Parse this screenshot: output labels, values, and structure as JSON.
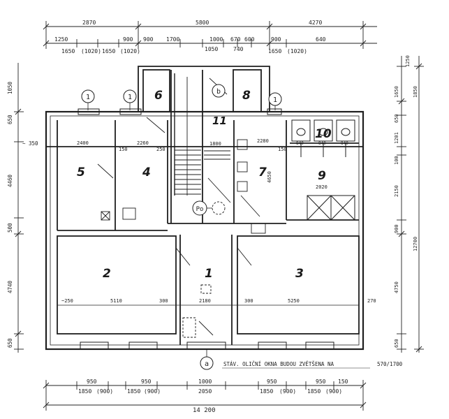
{
  "rooms": {
    "r1": "1",
    "r2": "2",
    "r3": "3",
    "r4": "4",
    "r5": "5",
    "r6": "6",
    "r7": "7",
    "r8": "8",
    "r9": "9",
    "r10": "10",
    "r11": "11"
  },
  "markers": {
    "m1a": "1",
    "m1b": "1",
    "m1c": "1",
    "b": "b",
    "a": "a",
    "po": "Po"
  },
  "top_dims": {
    "t1": "2870",
    "t2": "5800",
    "t3": "4270",
    "s1": "1250",
    "s2": "900",
    "s3": "900",
    "s4": "1700",
    "s5": "1000",
    "s6": "670",
    "s7": "600",
    "s8": "900",
    "s9": "640",
    "u1": "1650",
    "u2": "(1020)",
    "u3": "1650",
    "u4": "(1020)",
    "u5": "1050",
    "u6": "740",
    "u7": "1650",
    "u8": "(1020)"
  },
  "left_dims": {
    "l1": "1050",
    "l2": "650",
    "l3": "4460",
    "l4": "500",
    "l5": "4740",
    "l6": "650",
    "l7": "~ 350"
  },
  "right_dims": {
    "r1": "1250",
    "r2": "1650",
    "r3": "1850",
    "r4": "650",
    "r5": "1201",
    "r6": "100",
    "r7": "2150",
    "r8": "900",
    "r9": "4750",
    "r10": "12700",
    "r11": "650"
  },
  "inner_dims": {
    "d1": "2400",
    "d2": "2260",
    "d3": "150",
    "d4": "250",
    "d5": "1800",
    "d6": "2280",
    "d7": "150",
    "d8": "4650",
    "d9": "2020",
    "d10": "~250",
    "d11": "5110",
    "d12": "300",
    "d13": "2180",
    "d14": "300",
    "d15": "5250",
    "d16": "270",
    "w1": "840",
    "w2": "840",
    "w3": "840"
  },
  "bottom_dims": {
    "b1": "950",
    "b2": "1850",
    "b3": "(900)",
    "b4": "950",
    "b5": "1850",
    "b6": "(900)",
    "b7": "1000",
    "b8": "2050",
    "b9": "950",
    "b10": "1850",
    "b11": "(900)",
    "b12": "950",
    "b13": "1850",
    "b14": "(900)",
    "b15": "150",
    "b16": "14 200"
  },
  "note": {
    "text": "STÁV. OLIČNÍ OKNA BUDOU ZVĚTŠENA NA",
    "size": "570/1700"
  }
}
